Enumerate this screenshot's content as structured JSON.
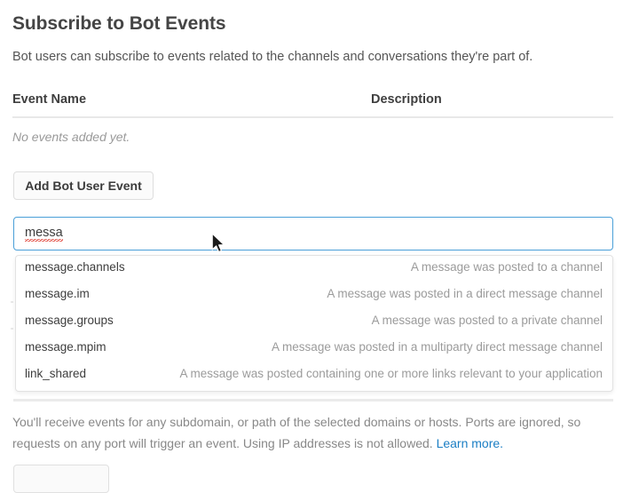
{
  "header": {
    "title": "Subscribe to Bot Events",
    "subtitle": "Bot users can subscribe to events related to the channels and conversations they're part of."
  },
  "events_table": {
    "columns": [
      "Event Name",
      "Description"
    ],
    "empty_message": "No events added yet."
  },
  "actions": {
    "add_bot_user_event": "Add Bot User Event"
  },
  "search": {
    "value": "messa",
    "placeholder": ""
  },
  "suggestions": [
    {
      "name": "message.channels",
      "description": "A message was posted to a channel"
    },
    {
      "name": "message.im",
      "description": "A message was posted in a direct message channel"
    },
    {
      "name": "message.groups",
      "description": "A message was posted to a private channel"
    },
    {
      "name": "message.mpim",
      "description": "A message was posted in a multiparty direct message channel"
    },
    {
      "name": "link_shared",
      "description": "A message was posted containing one or more links relevant to your application"
    }
  ],
  "footer": {
    "note": "You'll receive events for any subdomain, or path of the selected domains or hosts. Ports are ignored, so requests on any port will trigger an event. Using IP addresses is not allowed. ",
    "learn_more": "Learn more."
  },
  "colors": {
    "focus_border": "#4a9fd8",
    "link": "#1a7ec4",
    "text_primary": "#3d3d3d",
    "text_muted": "#9b9b9b",
    "spellcheck_underline": "#e04a3f"
  }
}
